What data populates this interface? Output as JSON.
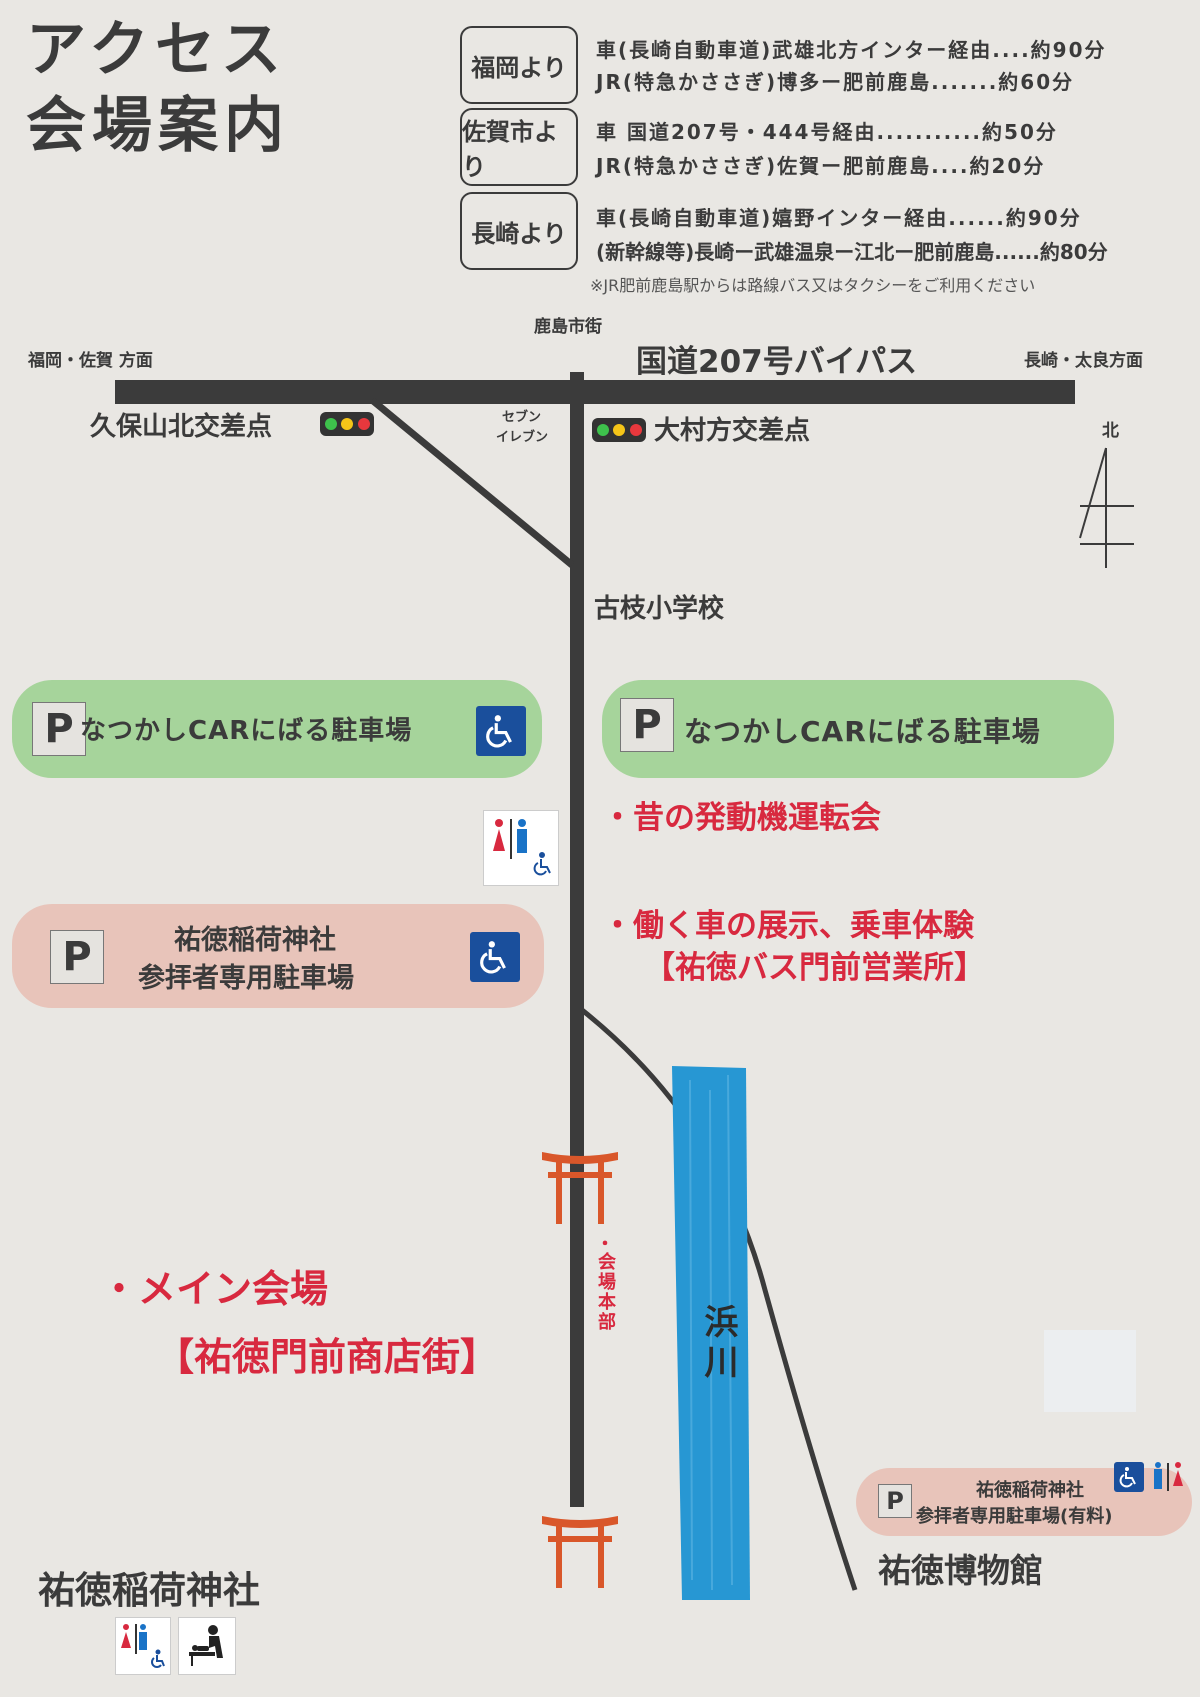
{
  "title": {
    "line1": "アクセス",
    "line2": "会場案内"
  },
  "access": [
    {
      "origin": "福岡より",
      "routes": [
        "車(長崎自動車道)武雄北方インター経由....約90分",
        "JR(特急かささぎ)博多ー肥前鹿島.......約60分"
      ]
    },
    {
      "origin": "佐賀市より",
      "routes": [
        "車 国道207号・444号経由...........約50分",
        "JR(特急かささぎ)佐賀ー肥前鹿島....約20分"
      ]
    },
    {
      "origin": "長崎より",
      "routes": [
        "車(長崎自動車道)嬉野インター経由......約90分",
        "(新幹線等)長崎ー武雄温泉ー江北ー肥前鹿島......約80分"
      ]
    }
  ],
  "access_note": "※JR肥前鹿島駅からは路線バス又はタクシーをご利用ください",
  "map": {
    "direction_left": "福岡・佐賀 方面",
    "direction_right": "長崎・太良方面",
    "city_center": "鹿島市街",
    "bypass": "国道207号バイパス",
    "intersection_left": "久保山北交差点",
    "intersection_right": "大村方交差点",
    "seven_eleven_1": "セブン",
    "seven_eleven_2": "イレブン",
    "north": "北",
    "school": "古枝小学校",
    "parking_label": "P",
    "parking_left": "なつかしCARにばる駐車場",
    "parking_right": "なつかしCARにばる駐車場",
    "event_engine": "・昔の発動機運転会",
    "shrine_parking_1": "祐徳稲荷神社",
    "shrine_parking_2": "参拝者専用駐車場",
    "event_cars_1": "・働く車の展示、乗車体験",
    "event_cars_2": "【祐徳バス門前営業所】",
    "hq_bullet": "・",
    "hq_text": "会場本部",
    "river": "浜川",
    "main_venue_1": "・メイン会場",
    "main_venue_2": "【祐徳門前商店街】",
    "paid_parking_1": "祐徳稲荷神社",
    "paid_parking_2": "参拝者専用駐車場(有料)",
    "museum": "祐徳博物館",
    "shrine": "祐徳稲荷神社"
  },
  "colors": {
    "green_pill": "#a6d49b",
    "pink_pill": "#e8c4ba",
    "red_text": "#d8293f",
    "torii": "#d9572a",
    "river": "#2797d3",
    "road": "#3b3b3b",
    "accessible_blue": "#1a4f9c"
  }
}
